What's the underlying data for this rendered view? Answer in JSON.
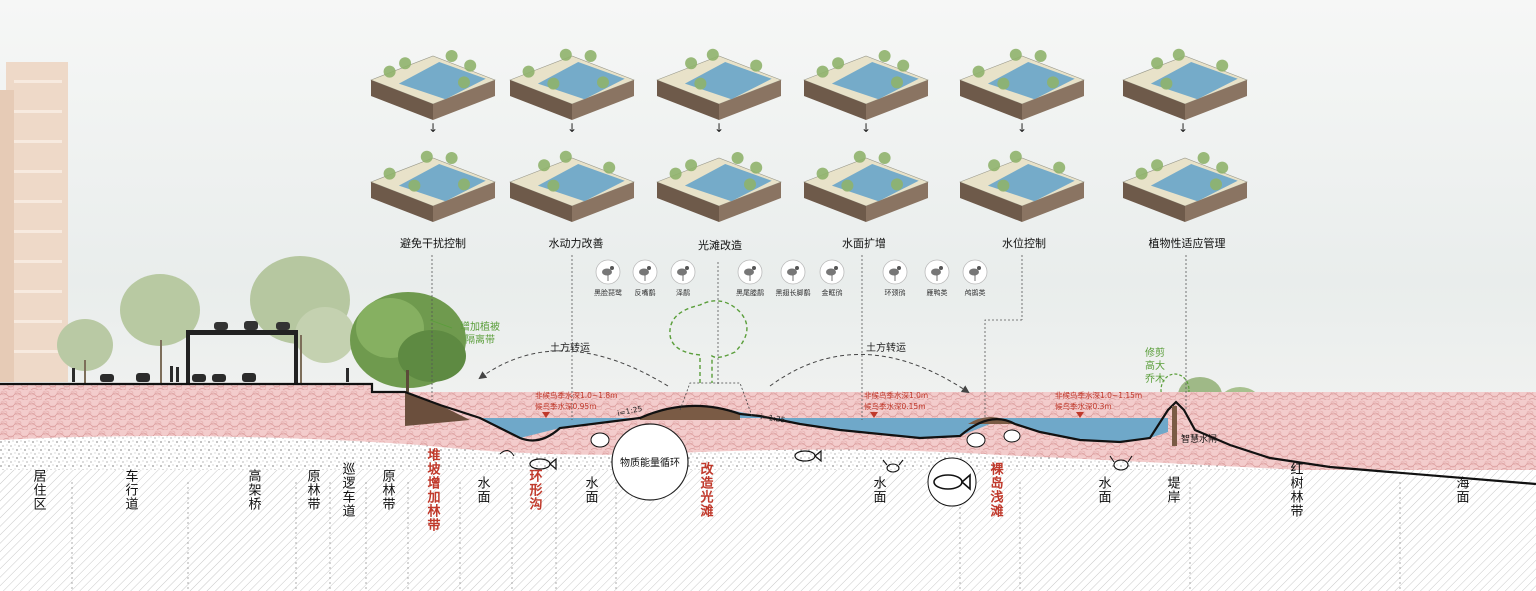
{
  "strategies": [
    {
      "label": "避免干扰控制"
    },
    {
      "label": "水动力改善"
    },
    {
      "label": "光滩改造"
    },
    {
      "label": "水面扩增"
    },
    {
      "label": "水位控制"
    },
    {
      "label": "植物性适应管理"
    }
  ],
  "arrow_glyph": "↓",
  "birds": [
    {
      "name": "黑脸琵鹭"
    },
    {
      "name": "反嘴鹬"
    },
    {
      "name": "泽鹬"
    },
    {
      "name": "黑尾塍鹬"
    },
    {
      "name": "黑翅长脚鹬"
    },
    {
      "name": "金眶鸻"
    },
    {
      "name": "环颈鸻"
    },
    {
      "name": "雁鸭类"
    },
    {
      "name": "鸬鹚类"
    }
  ],
  "annotations": {
    "add_veg": [
      "增加植被",
      "隔离带"
    ],
    "earth_left": "土方转运",
    "earth_right": "土方转运",
    "trim": [
      "修剪",
      "高大",
      "乔木"
    ],
    "depth_left": [
      "非候鸟季水深1.0~1.8m",
      "候鸟季水深0.95m"
    ],
    "depth_mid": [
      "非候鸟季水深1.0m",
      "候鸟季水深0.15m"
    ],
    "depth_right": [
      "非候鸟季水深1.0~1.15m",
      "候鸟季水深0.3m"
    ],
    "slope_left": "i=1:25",
    "slope_right": "i=1:25",
    "cycle": "物质能量循环",
    "sluice": "智慧水闸"
  },
  "zones": [
    {
      "label": "居住区",
      "highlight": false
    },
    {
      "label": "车行道",
      "highlight": false
    },
    {
      "label": "高架桥",
      "highlight": false
    },
    {
      "label": "原林带",
      "highlight": false
    },
    {
      "label": "巡逻车道",
      "highlight": false
    },
    {
      "label": "原林带",
      "highlight": false
    },
    {
      "label": "堆坡增加林带",
      "highlight": true
    },
    {
      "label": "水面",
      "highlight": false
    },
    {
      "label": "环形沟",
      "highlight": true
    },
    {
      "label": "水面",
      "highlight": false
    },
    {
      "label": "改造光滩",
      "highlight": true
    },
    {
      "label": "水面",
      "highlight": false
    },
    {
      "label": "裸岛浅滩",
      "highlight": true
    },
    {
      "label": "水面",
      "highlight": false
    },
    {
      "label": "堤岸",
      "highlight": false
    },
    {
      "label": "红树林带",
      "highlight": false
    },
    {
      "label": "海面",
      "highlight": false
    }
  ],
  "colors": {
    "water": "#6fa8c9",
    "soil_pink": "#f1c7c7",
    "highlight_red": "#c0392b",
    "annotation_green": "#5a9e3a",
    "tree_green": "#8fb26b"
  }
}
